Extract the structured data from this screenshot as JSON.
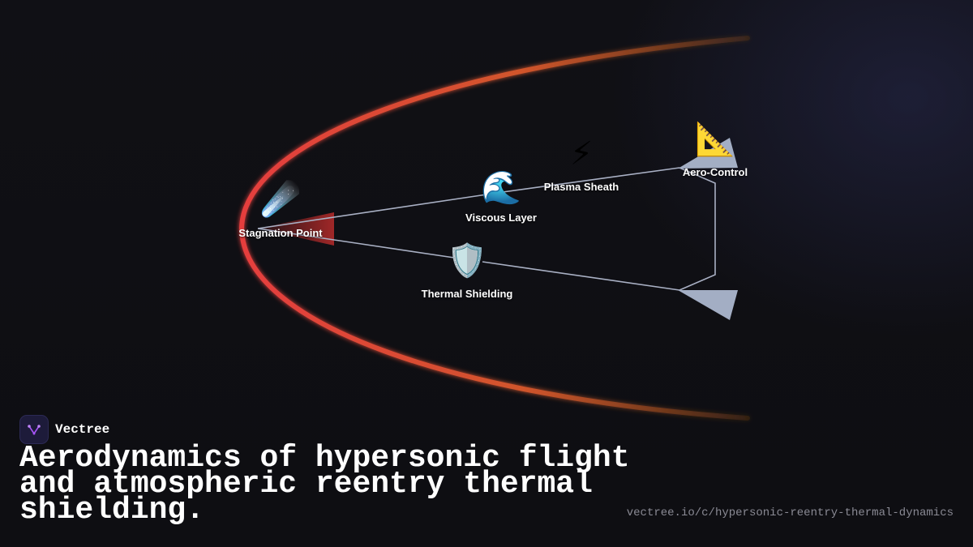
{
  "brand": {
    "name": "Vectree",
    "logo_icon": "v-branch-icon",
    "accent": "#a855f7"
  },
  "title": "Aerodynamics of hypersonic flight and atmospheric reentry thermal shielding.",
  "url": "vectree.io/c/hypersonic-reentry-thermal-dynamics",
  "colors": {
    "shock_inner": "#e53e3e",
    "shock_outer": "#c0591f",
    "edge": "#a9b0c4",
    "node_fill": "#a3aec4"
  },
  "nodes": {
    "stagnation": {
      "label": "Stagnation Point",
      "icon": "☄️",
      "icon_name": "comet-icon"
    },
    "viscous": {
      "label": "Viscous Layer",
      "icon": "🌊",
      "icon_name": "wave-icon"
    },
    "plasma": {
      "label": "Plasma Sheath",
      "icon": "⚡",
      "icon_name": "lightning-icon"
    },
    "aero": {
      "label": "Aero-Control",
      "icon": "📐",
      "icon_name": "triangle-ruler-icon"
    },
    "thermal": {
      "label": "Thermal Shielding",
      "icon": "🛡️",
      "icon_name": "shield-icon"
    }
  }
}
